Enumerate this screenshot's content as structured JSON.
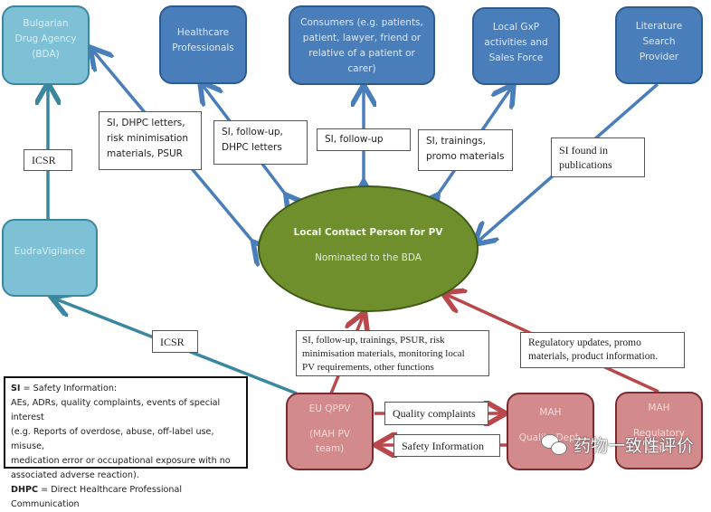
{
  "colors": {
    "regulator_fill": "#7ec1d6",
    "stakeholder_fill": "#4a7ebb",
    "mah_fill": "#d38a8c",
    "center_fill": "#6e8f2c",
    "blue_arrow": "#4a7ebb",
    "teal_arrow": "#3b87a0",
    "red_arrow": "#b9484d"
  },
  "nodes": {
    "bda": [
      "Bulgarian",
      "Drug Agency",
      "(BDA)"
    ],
    "healthcare": [
      "Healthcare",
      "Professionals"
    ],
    "consumers": [
      "Consumers (e.g. patients,",
      "patient, lawyer, friend or",
      "relative of a patient or",
      "carer)"
    ],
    "gxp": [
      "Local GxP",
      "activities and",
      "Sales Force"
    ],
    "literature": [
      "Literature",
      "Search",
      "Provider"
    ],
    "eudravigilance": [
      "EudraVigilance"
    ],
    "center": {
      "title": "Local Contact Person for PV",
      "subtitle": "Nominated to the BDA"
    },
    "qppv": [
      "EU QPPV",
      "",
      "(MAH PV",
      "team)"
    ],
    "mah_quality": [
      "MAH",
      "",
      "Quality Dept."
    ],
    "mah_regulatory": [
      "MAH",
      "",
      "Regulatory",
      "Dept."
    ]
  },
  "labels": {
    "icsr_bda": "ICSR",
    "icsr_ev": "ICSR",
    "bda_flow": [
      "SI, DHPC letters,",
      "risk minimisation",
      "materials, PSUR"
    ],
    "hcp_flow": [
      "SI, follow-up,",
      "DHPC letters"
    ],
    "consumer_flow": [
      "SI, follow-up"
    ],
    "gxp_flow": [
      "SI, trainings,",
      "promo materials"
    ],
    "literature_flow": [
      "SI found in",
      "publications"
    ],
    "qppv_flow": [
      "SI, follow-up, trainings, PSUR, risk",
      "minimisation  materials, monitoring local",
      "PV requirements, other functions"
    ],
    "regulatory_flow": [
      "Regulatory updates, promo",
      "materials, product information."
    ],
    "quality_complaints": "Quality complaints",
    "safety_information": "Safety Information"
  },
  "legend": {
    "si_abbr": "SI",
    "si_def": " = Safety Information:",
    "si_lines": [
      "AEs, ADRs, quality complaints, events of special interest",
      "(e.g. Reports of overdose, abuse, off-label use, misuse,",
      "medication error or occupational exposure with no",
      "associated adverse reaction)."
    ],
    "dhpc_abbr": "DHPC",
    "dhpc_def": " = Direct Healthcare Professional Communication"
  },
  "watermark": "药物一致性评价"
}
